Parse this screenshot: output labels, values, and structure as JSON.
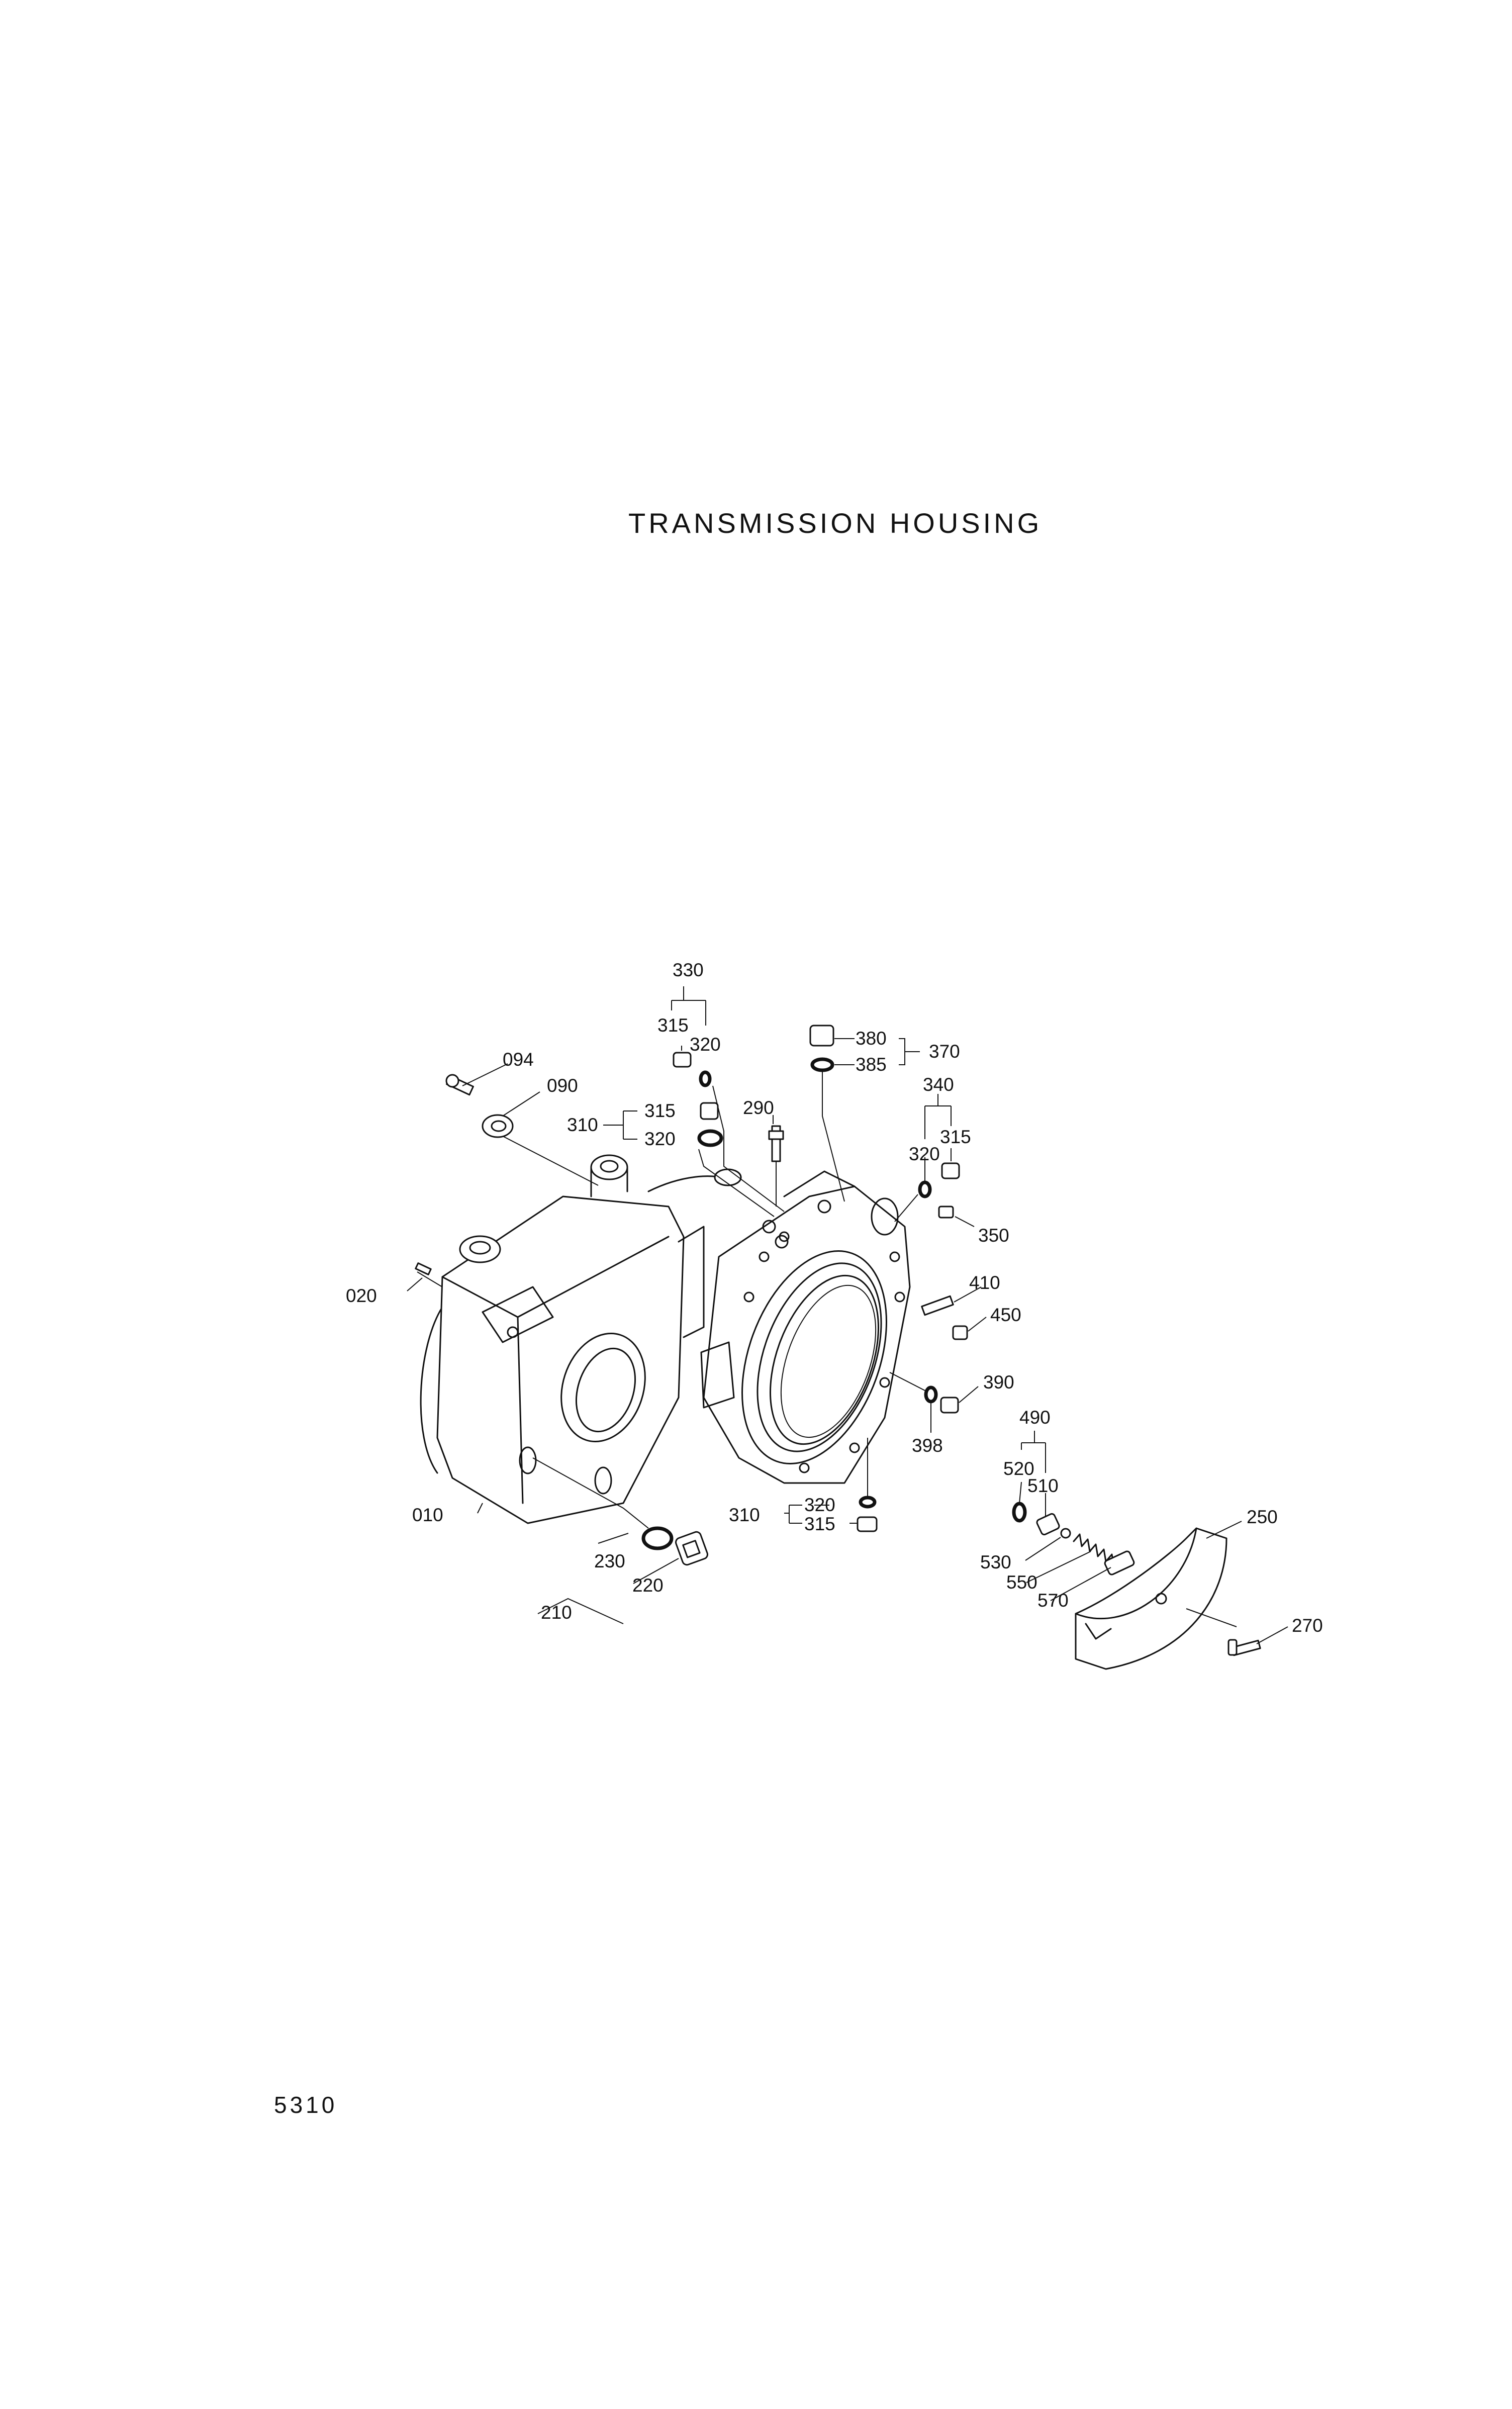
{
  "title": "TRANSMISSION HOUSING",
  "page_number": "5310",
  "callouts": {
    "c010": "010",
    "c020": "020",
    "c090": "090",
    "c094": "094",
    "c210": "210",
    "c220": "220",
    "c230": "230",
    "c250": "250",
    "c270": "270",
    "c290": "290",
    "c310a": "310",
    "c310b": "310",
    "c315a": "315",
    "c315b": "315",
    "c315c": "315",
    "c315d": "315",
    "c320a": "320",
    "c320b": "320",
    "c320c": "320",
    "c320d": "320",
    "c330": "330",
    "c340": "340",
    "c350": "350",
    "c370": "370",
    "c380": "380",
    "c385": "385",
    "c390": "390",
    "c398": "398",
    "c410": "410",
    "c450": "450",
    "c490": "490",
    "c510": "510",
    "c520": "520",
    "c530": "530",
    "c550": "550",
    "c570": "570"
  }
}
